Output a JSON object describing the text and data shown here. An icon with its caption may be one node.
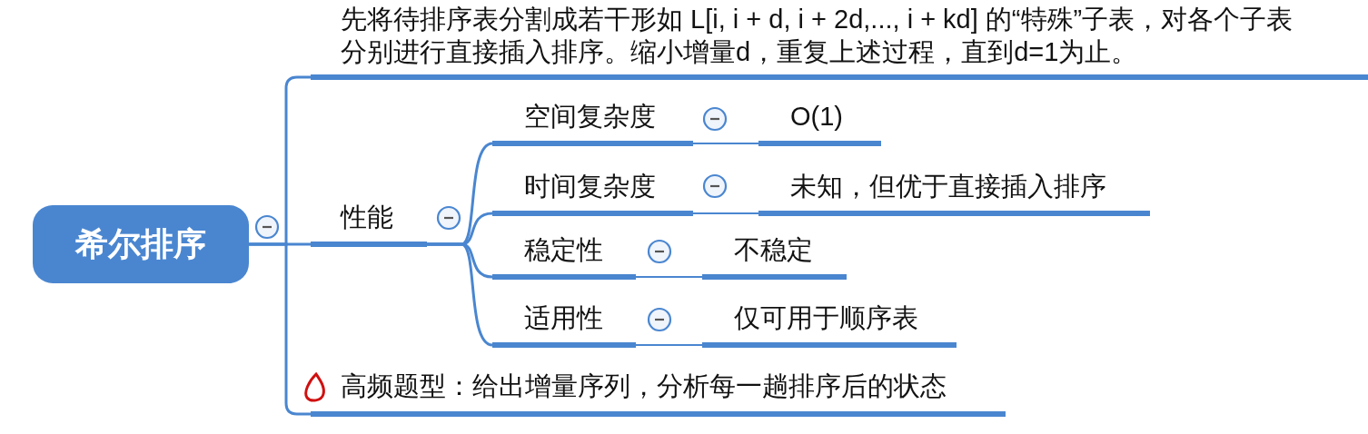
{
  "diagram": {
    "nodes": [
      {
        "text": [
          "希尔排序"
        ]
      },
      {
        "text": [
          "先将待排序表分割成若干形如 L[i, i + d, i + 2d,..., i + kd] 的“特殊”子表，对各个子表分别进行直接插入排序。缩小增量d，重复上述过程，直到d=1为止。"
        ]
      },
      {
        "text": [
          "性能"
        ]
      },
      {
        "text": [
          "空间复杂度"
        ]
      },
      {
        "text": [
          "O(1)"
        ]
      },
      {
        "text": [
          "时间复杂度"
        ]
      },
      {
        "text": [
          "未知，但优于直接插入排序"
        ]
      },
      {
        "text": [
          "稳定性"
        ]
      },
      {
        "text": [
          "不稳定"
        ]
      },
      {
        "text": [
          "适用性"
        ]
      },
      {
        "text": [
          "仅可用于顺序表"
        ]
      },
      {
        "text": [
          "高频题型：给出增量序列，分析每一趟排序后的状态"
        ]
      }
    ],
    "edges": [
      {
        "from": 0,
        "to": 1,
        "arrow": "none"
      },
      {
        "from": 0,
        "to": 2,
        "arrow": "none"
      },
      {
        "from": 0,
        "to": 11,
        "arrow": "none"
      },
      {
        "from": 2,
        "to": 3,
        "arrow": "none"
      },
      {
        "from": 2,
        "to": 5,
        "arrow": "none"
      },
      {
        "from": 2,
        "to": 7,
        "arrow": "none"
      },
      {
        "from": 2,
        "to": 9,
        "arrow": "none"
      },
      {
        "from": 3,
        "to": 4,
        "arrow": "none"
      },
      {
        "from": 5,
        "to": 6,
        "arrow": "none"
      },
      {
        "from": 7,
        "to": 8,
        "arrow": "none"
      },
      {
        "from": 9,
        "to": 10,
        "arrow": "none"
      }
    ]
  }
}
